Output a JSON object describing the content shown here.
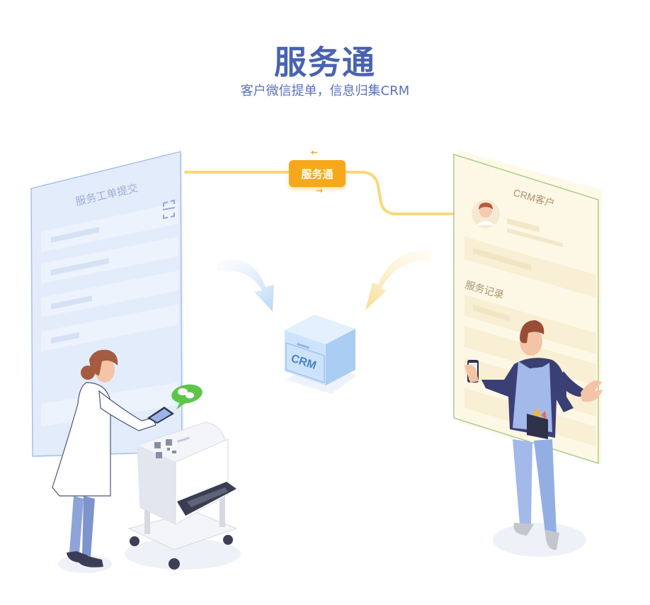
{
  "header": {
    "title": "服务通",
    "subtitle": "客户微信提单，信息归集CRM"
  },
  "badge": {
    "label": "服务通"
  },
  "left_panel": {
    "title": "服务工单提交",
    "icon": "scan-icon"
  },
  "right_panel": {
    "title": "CRM客户",
    "section_label": "服务记录"
  },
  "crm_box": {
    "label": "CRM"
  },
  "colors": {
    "accent_blue": "#4a63b0",
    "connector_yellow": "#f9d77a",
    "badge_orange": "#f6a81c",
    "left_panel_bg": "#e3ecfb",
    "right_panel_bg": "#fdf8e6",
    "wechat_green": "#5cc54a"
  }
}
